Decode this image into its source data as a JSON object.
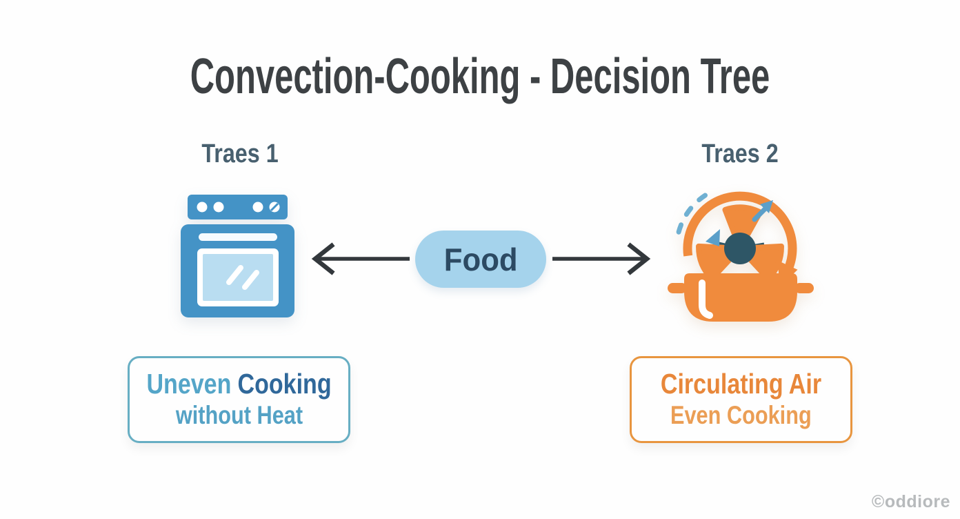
{
  "title": "Convection-Cooking - Decision Tree",
  "center_node": {
    "label": "Food"
  },
  "left_branch": {
    "label": "Traes 1",
    "icon": "oven-icon",
    "result": {
      "line1_word1": "Uneven",
      "line1_word2": "Cooking",
      "line2": "without Heat"
    }
  },
  "right_branch": {
    "label": "Traes 2",
    "icon": "convection-fan-pot-icon",
    "result": {
      "line1": "Circulating Air",
      "line2": "Even Cooking"
    }
  },
  "watermark": "©oddiore",
  "colors": {
    "background": "#fefefe",
    "title_text": "#3d4144",
    "branch_label_text": "#48606f",
    "oven_blue": "#4493c6",
    "oven_glass": "#b9ddf1",
    "food_pill_fill": "#a5d3ec",
    "food_pill_text": "#2c4a63",
    "arrow": "#33383c",
    "accent_orange": "#f08b3d",
    "fan_hub_teal": "#2e5666",
    "accent_blue": "#5b9fc9",
    "left_box_border": "#67aec3",
    "uneven_text": "#54a5c8",
    "cooking_text": "#30689a",
    "without_heat_text": "#54a2c5",
    "circulating_air_text": "#e8873a",
    "even_cooking_text": "#eb9e55",
    "watermark_text": "#b7babc"
  }
}
